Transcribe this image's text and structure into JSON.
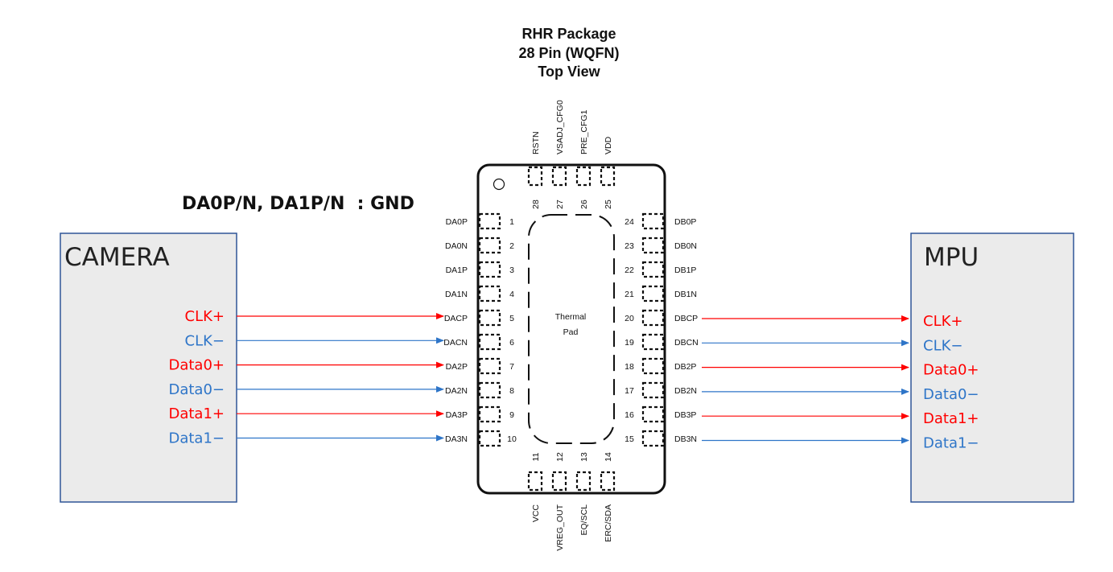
{
  "package": {
    "title_lines": [
      "RHR Package",
      "28 Pin (WQFN)",
      "Top View"
    ],
    "thermal_pad": [
      "Thermal",
      "Pad"
    ]
  },
  "note": "DA0P/N, DA1P/N  : GND",
  "camera": {
    "title": "CAMERA",
    "signals": [
      {
        "label": "CLK+",
        "color": "#ff0000"
      },
      {
        "label": "CLK−",
        "color": "#2e75c8"
      },
      {
        "label": "Data0+",
        "color": "#ff0000"
      },
      {
        "label": "Data0−",
        "color": "#2e75c8"
      },
      {
        "label": "Data1+",
        "color": "#ff0000"
      },
      {
        "label": "Data1−",
        "color": "#2e75c8"
      }
    ]
  },
  "mpu": {
    "title": "MPU",
    "signals": [
      {
        "label": "CLK+",
        "color": "#ff0000"
      },
      {
        "label": "CLK−",
        "color": "#2e75c8"
      },
      {
        "label": "Data0+",
        "color": "#ff0000"
      },
      {
        "label": "Data0−",
        "color": "#2e75c8"
      },
      {
        "label": "Data1+",
        "color": "#ff0000"
      },
      {
        "label": "Data1−",
        "color": "#2e75c8"
      }
    ]
  },
  "pins": {
    "left": [
      {
        "num": "1",
        "name": "DA0P"
      },
      {
        "num": "2",
        "name": "DA0N"
      },
      {
        "num": "3",
        "name": "DA1P"
      },
      {
        "num": "4",
        "name": "DA1N"
      },
      {
        "num": "5",
        "name": "DACP"
      },
      {
        "num": "6",
        "name": "DACN"
      },
      {
        "num": "7",
        "name": "DA2P"
      },
      {
        "num": "8",
        "name": "DA2N"
      },
      {
        "num": "9",
        "name": "DA3P"
      },
      {
        "num": "10",
        "name": "DA3N"
      }
    ],
    "right": [
      {
        "num": "24",
        "name": "DB0P"
      },
      {
        "num": "23",
        "name": "DB0N"
      },
      {
        "num": "22",
        "name": "DB1P"
      },
      {
        "num": "21",
        "name": "DB1N"
      },
      {
        "num": "20",
        "name": "DBCP"
      },
      {
        "num": "19",
        "name": "DBCN"
      },
      {
        "num": "18",
        "name": "DB2P"
      },
      {
        "num": "17",
        "name": "DB2N"
      },
      {
        "num": "16",
        "name": "DB3P"
      },
      {
        "num": "15",
        "name": "DB3N"
      }
    ],
    "top": [
      {
        "num": "28",
        "name": "RSTN"
      },
      {
        "num": "27",
        "name": "VSADJ_CFG0"
      },
      {
        "num": "26",
        "name": "PRE_CFG1"
      },
      {
        "num": "25",
        "name": "VDD"
      }
    ],
    "bottom": [
      {
        "num": "11",
        "name": "VCC"
      },
      {
        "num": "12",
        "name": "VREG_OUT"
      },
      {
        "num": "13",
        "name": "EQ/SCL"
      },
      {
        "num": "14",
        "name": "ERC/SDA"
      }
    ]
  },
  "colors": {
    "positive": "#ff0000",
    "negative": "#2e75c8",
    "box_fill": "#ebebeb",
    "box_border": "#2f5597"
  }
}
